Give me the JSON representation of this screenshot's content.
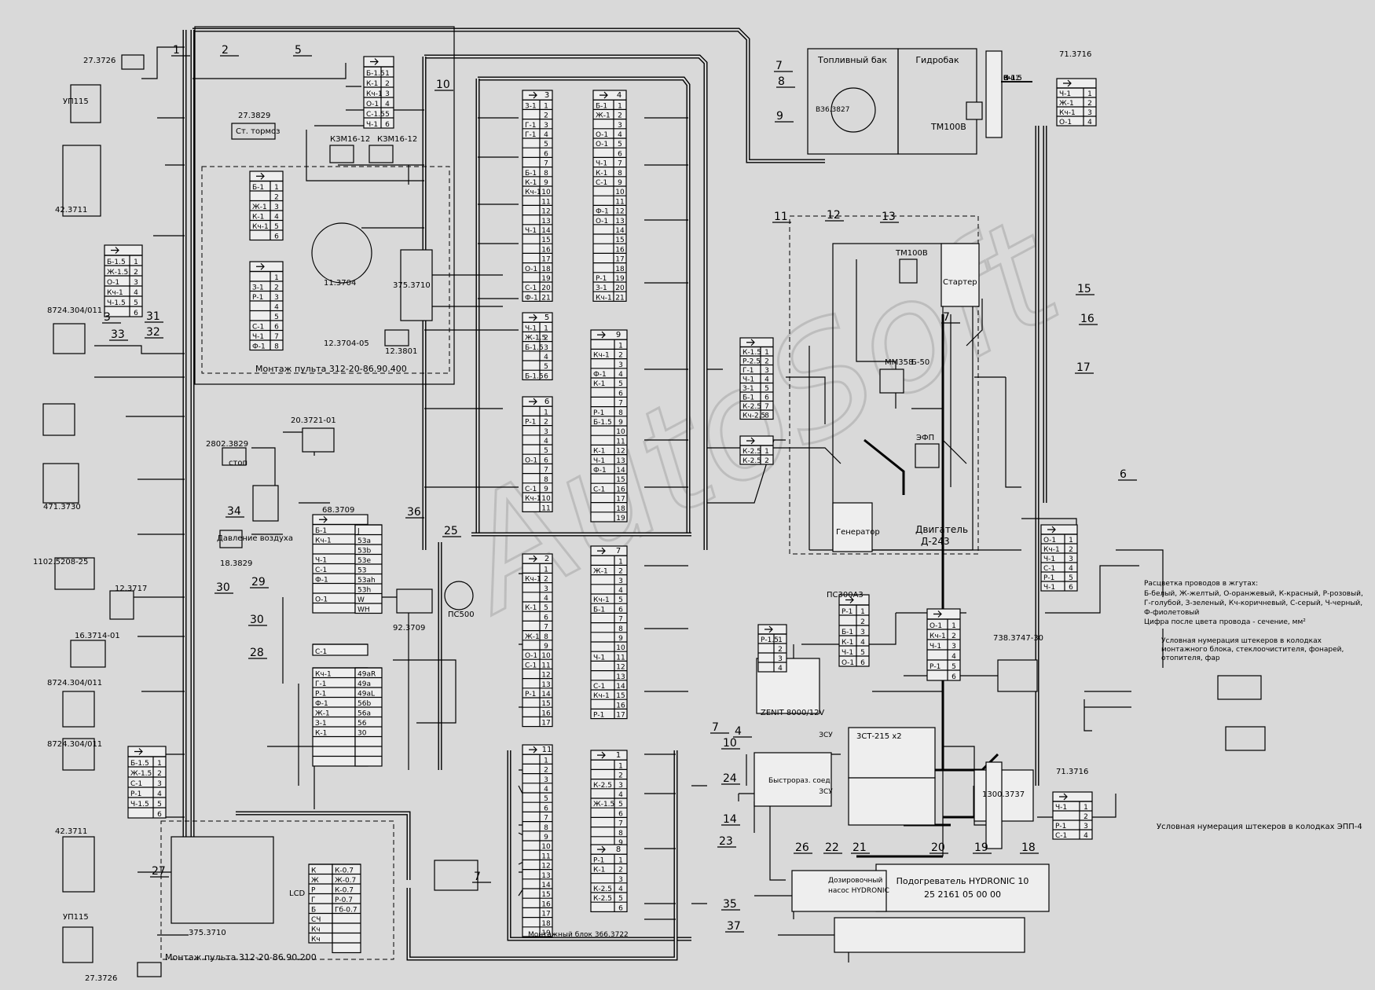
{
  "watermark": "AutoSoft",
  "block_title": "Монтажный блок 366.3722",
  "panel_upper_caption": "Монтаж пульта 312-20-86.90.400",
  "panel_lower_caption": "Монтаж пульта 312-20-86.90.200",
  "tank_labels": {
    "fuel": "Топливный бак",
    "hydro": "Гидробак",
    "sensor": "ВЗ6.3827",
    "tm": "ТМ100В"
  },
  "engine_label": [
    "Двигатель",
    "Д-243"
  ],
  "legend": {
    "title": "Расцветка проводов в жгутах:",
    "lines": [
      "Б-белый, Ж-желтый, О-оранжевый, К-красный, Р-розовый,",
      "Г-голубой, З-зеленый, Кч-коричневый, С-серый, Ч-черный,",
      "Ф-фиолетовый",
      "Цифра после цвета провода - сечение, мм²"
    ],
    "numbering_title": [
      "Условная нумерация штекеров в колодках",
      "монтажного блока, стеклоочистителя, фонарей,",
      "отопителя, фар"
    ],
    "epp_title": "Условная нумерация штекеров в колодках ЭПП-4"
  },
  "heater": {
    "title": [
      "Подогреватель HYDRONIC 10",
      "25 2161 05 00 00"
    ],
    "pump": [
      "Дозировочный",
      "насос HYDRONIC"
    ]
  },
  "relay_labels": {
    "zsu1": "ЗСУ",
    "zsu2": "ЗСУ",
    "quick": "Быстрораз. соед."
  },
  "device_labels": [
    "27.3726",
    "УП115",
    "42.3711",
    "8724.304/011",
    "471.3730",
    "1102.5208-25",
    "12.3717",
    "16.3714-01",
    "8724.304/011",
    "8724.304/011",
    "42.3711",
    "УП115",
    "27.3726",
    "27.3829",
    "Ст. тормоз",
    "КЗМ16-12",
    "КЗМ16-12",
    "11.3704",
    "12.3704-05",
    "375.3710",
    "12.3801",
    "2802.3829",
    "20.3721-01",
    "18.3829",
    "Давление воздуха",
    "68.3709",
    "92.3709",
    "ПС500",
    "375.3710",
    "LCD",
    "ZENIT 8000/12V",
    "ПС300А3",
    "ТМ100В",
    "ММ358",
    "ЭФП",
    "Стартер",
    "Генератор",
    "Б-50",
    "71.3716",
    "71.3716",
    "738.3747-30",
    "3СТ-215 х2",
    "1300.3737",
    "стоп"
  ],
  "numbers": [
    "1",
    "2",
    "3",
    "4",
    "5",
    "6",
    "7",
    "7",
    "7",
    "7",
    "8",
    "9",
    "10",
    "10",
    "11",
    "12",
    "13",
    "14",
    "15",
    "16",
    "17",
    "18",
    "19",
    "20",
    "21",
    "22",
    "23",
    "24",
    "25",
    "26",
    "27",
    "28",
    "29",
    "30",
    "30",
    "31",
    "32",
    "33",
    "34",
    "35",
    "36",
    "37"
  ],
  "connectors": {
    "k3": {
      "title": "3",
      "rows": [
        "3-1",
        "",
        "Г-1",
        "Г-1",
        "",
        "",
        "",
        "Б-1",
        "К-1",
        "Кч-1",
        "",
        "",
        "",
        "Ч-1",
        "",
        "",
        "",
        "О-1",
        "",
        "С-1",
        "Ф-1"
      ]
    },
    "k4": {
      "title": "4",
      "rows": [
        "Б-1",
        "Ж-1",
        "",
        "О-1",
        "О-1",
        "",
        "Ч-1",
        "К-1",
        "С-1",
        "",
        "",
        "Ф-1",
        "О-1",
        "",
        "",
        "",
        "",
        "",
        "Р-1",
        "З-1",
        "Кч-1"
      ]
    },
    "k5": {
      "title": "5",
      "rows": [
        "Ч-1",
        "Ж-1.5",
        "Б-1.5",
        "",
        "",
        "Б-1.5"
      ]
    },
    "k6": {
      "title": "6",
      "rows": [
        "",
        "Р-1",
        "",
        "",
        "",
        "О-1",
        "",
        "",
        "С-1",
        "Кч-1",
        ""
      ]
    },
    "k9": {
      "title": "9",
      "rows": [
        "",
        "Кч-1",
        "",
        "Ф-1",
        "К-1",
        "",
        "",
        "Р-1",
        "Б-1.5",
        "",
        "",
        "К-1",
        "Ч-1",
        "Ф-1",
        "",
        "С-1",
        "",
        "",
        ""
      ]
    },
    "k2": {
      "title": "2",
      "rows": [
        "",
        "Кч-1",
        "",
        "",
        "К-1",
        "",
        "",
        "Ж-1",
        "",
        "О-1",
        "С-1",
        "",
        "",
        "Р-1",
        "",
        "",
        ""
      ]
    },
    "k7": {
      "title": "7",
      "rows": [
        "",
        "Ж-1",
        "",
        "",
        "Кч-1",
        "Б-1",
        "",
        "",
        "",
        "",
        "Ч-1",
        "",
        "",
        "С-1",
        "Кч-1",
        "",
        "Р-1"
      ]
    },
    "k11": {
      "title": "11",
      "rows": [
        "",
        "",
        "",
        "",
        "",
        "",
        "",
        "",
        "",
        "",
        "",
        "",
        "",
        "",
        "",
        "",
        "",
        "",
        ""
      ]
    },
    "k1": {
      "title": "1",
      "rows": [
        "",
        "",
        "К-2.5",
        "",
        "Ж-1.5",
        "",
        "",
        "",
        ""
      ]
    },
    "k8": {
      "title": "8",
      "rows": [
        "Р-1",
        "К-1",
        "",
        "К-2.5",
        "К-2.5",
        ""
      ]
    },
    "upp1": {
      "title": "",
      "rows": [
        "Б-1.5",
        "К-1",
        "Кч-1",
        "О-1",
        "С-1.5",
        "Ч-1"
      ]
    },
    "farL": {
      "title": "",
      "rows": [
        "Б-1.5",
        "Ж-1.5",
        "О-1",
        "Кч-1",
        "Ч-1.5",
        ""
      ]
    },
    "farL2": {
      "title": "",
      "rows": [
        "Б-1.5",
        "Ж-1.5",
        "С-1",
        "Р-1",
        "Ч-1.5",
        ""
      ]
    },
    "epp": {
      "title": "",
      "rows": [
        "Б-1",
        "",
        "Ж-1",
        "К-1",
        "Кч-1",
        ""
      ]
    },
    "epp2": {
      "title": "",
      "rows": [
        "",
        "З-1",
        "Р-1",
        "",
        "",
        "С-1",
        "Ч-1",
        "Ф-1"
      ]
    },
    "b68": {
      "title": "",
      "rows": [
        "Б-1",
        "Кч-1",
        "",
        "Ч-1",
        "С-1",
        "Ф-1",
        "",
        "О-1",
        ""
      ]
    },
    "b68v": {
      "title": "",
      "rows": [
        "J",
        "53a",
        "53b",
        "53e",
        "53",
        "53ah",
        "53h",
        "W",
        "WH"
      ]
    },
    "b68b": {
      "title": "",
      "rows": [
        "С-1"
      ]
    },
    "b68c": {
      "title": "",
      "rows": [
        "Кч-1",
        "Г-1",
        "Р-1",
        "Ф-1",
        "Ж-1",
        "З-1",
        "К-1",
        "",
        "",
        ""
      ]
    },
    "b68cv": {
      "title": "",
      "rows": [
        "49aR",
        "49a",
        "49aL",
        "56b",
        "56a",
        "56",
        "30",
        "",
        "",
        ""
      ]
    },
    "lcd": {
      "title": "",
      "rows": [
        "К",
        "Ж",
        "Р",
        "Г",
        "Б",
        "СЧ",
        "Кч",
        "Кч"
      ]
    },
    "lcdv": {
      "title": "",
      "rows": [
        "К-0.7",
        "Ж-0.7",
        "К-0.7",
        "Р-0.7",
        "Гб-0.7",
        "",
        "",
        "",
        ""
      ]
    },
    "ps300": {
      "title": "",
      "rows": [
        "Р-1",
        "",
        "Б-1",
        "К-1",
        "Ч-1",
        "О-1"
      ]
    },
    "ps300b": {
      "title": "",
      "rows": [
        "О-1",
        "Кч-1",
        "Ч-1",
        "",
        "Р-1",
        ""
      ]
    },
    "gen1": {
      "title": "",
      "rows": [
        "К-1.5",
        "Р-2.5",
        "Г-1",
        "Ч-1",
        "З-1",
        "Б-1",
        "К-2.5",
        "Кч-2.5"
      ]
    },
    "gen2": {
      "title": "",
      "rows": [
        "К-2.5",
        "К-2.5"
      ]
    },
    "rt1": {
      "title": "",
      "rows": [
        "Ч-1",
        "Ж-1",
        "Кч-1",
        "О-1"
      ]
    },
    "rt2": {
      "title": "",
      "rows": [
        "О-1",
        "Кч-1",
        "Ч-1",
        "С-1",
        "Р-1",
        "Ч-1"
      ]
    },
    "rt3": {
      "title": "",
      "rows": [
        "Ч-1",
        "",
        "Р-1",
        "С-1"
      ]
    },
    "zen": {
      "title": "",
      "rows": [
        "Р-1.5",
        "",
        "",
        ""
      ]
    }
  }
}
